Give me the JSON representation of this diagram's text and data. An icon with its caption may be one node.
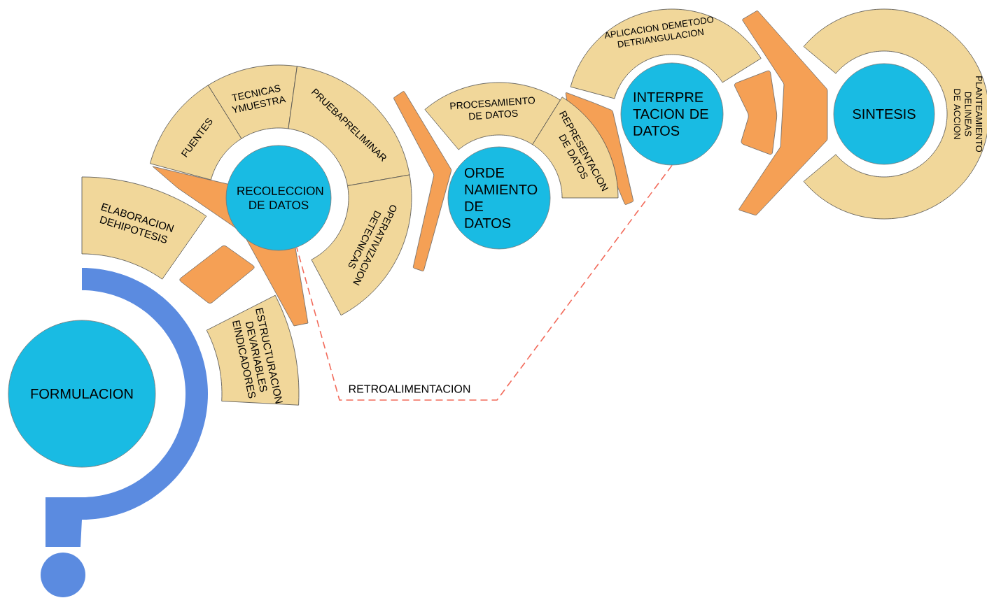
{
  "diagram": {
    "nodes": [
      {
        "text": [
          "FORMULACION"
        ]
      },
      {
        "text": [
          "ELABORACION DEHIPOTESIS"
        ]
      },
      {
        "text": [
          "ESTRUCTURACION DEVARIABLES EINDICADORES"
        ]
      },
      {
        "text": [
          "RECOLECCION DE DATOS"
        ]
      },
      {
        "text": [
          "FUENTES"
        ]
      },
      {
        "text": [
          "TECNICAS YMUESTRA"
        ]
      },
      {
        "text": [
          "PRUEBAPRELIMINAR"
        ]
      },
      {
        "text": [
          "OPERATIVIZACION DETECNICAS"
        ]
      },
      {
        "text": [
          "ORDE NAMIENTO DE DATOS"
        ]
      },
      {
        "text": [
          "PROCESAMIENTO DE DATOS"
        ]
      },
      {
        "text": [
          "REPRESENTACION DE DATOS"
        ]
      },
      {
        "text": [
          "INTERPRE TACION DE DATOS"
        ]
      },
      {
        "text": [
          "APLICACION DEMETODO DETRIANGULACION"
        ]
      },
      {
        "text": [
          "SINTESIS"
        ]
      },
      {
        "text": [
          "PLANTEAMIENTO DELINEAS DE ACCION"
        ]
      },
      {
        "text": [],
        "shape": "triangle"
      },
      {
        "text": [],
        "shape": "box"
      },
      {
        "text": [],
        "shape": "chevron"
      },
      {
        "text": [],
        "shape": "chevron"
      },
      {
        "text": [],
        "shape": "box"
      },
      {
        "text": [],
        "shape": "chevron"
      }
    ],
    "edges": [
      {
        "from": 11,
        "to": 3,
        "arrow": "none",
        "label": "RETROALIMENTACION",
        "style": "dashed",
        "color": "#f26b5b"
      }
    ]
  }
}
